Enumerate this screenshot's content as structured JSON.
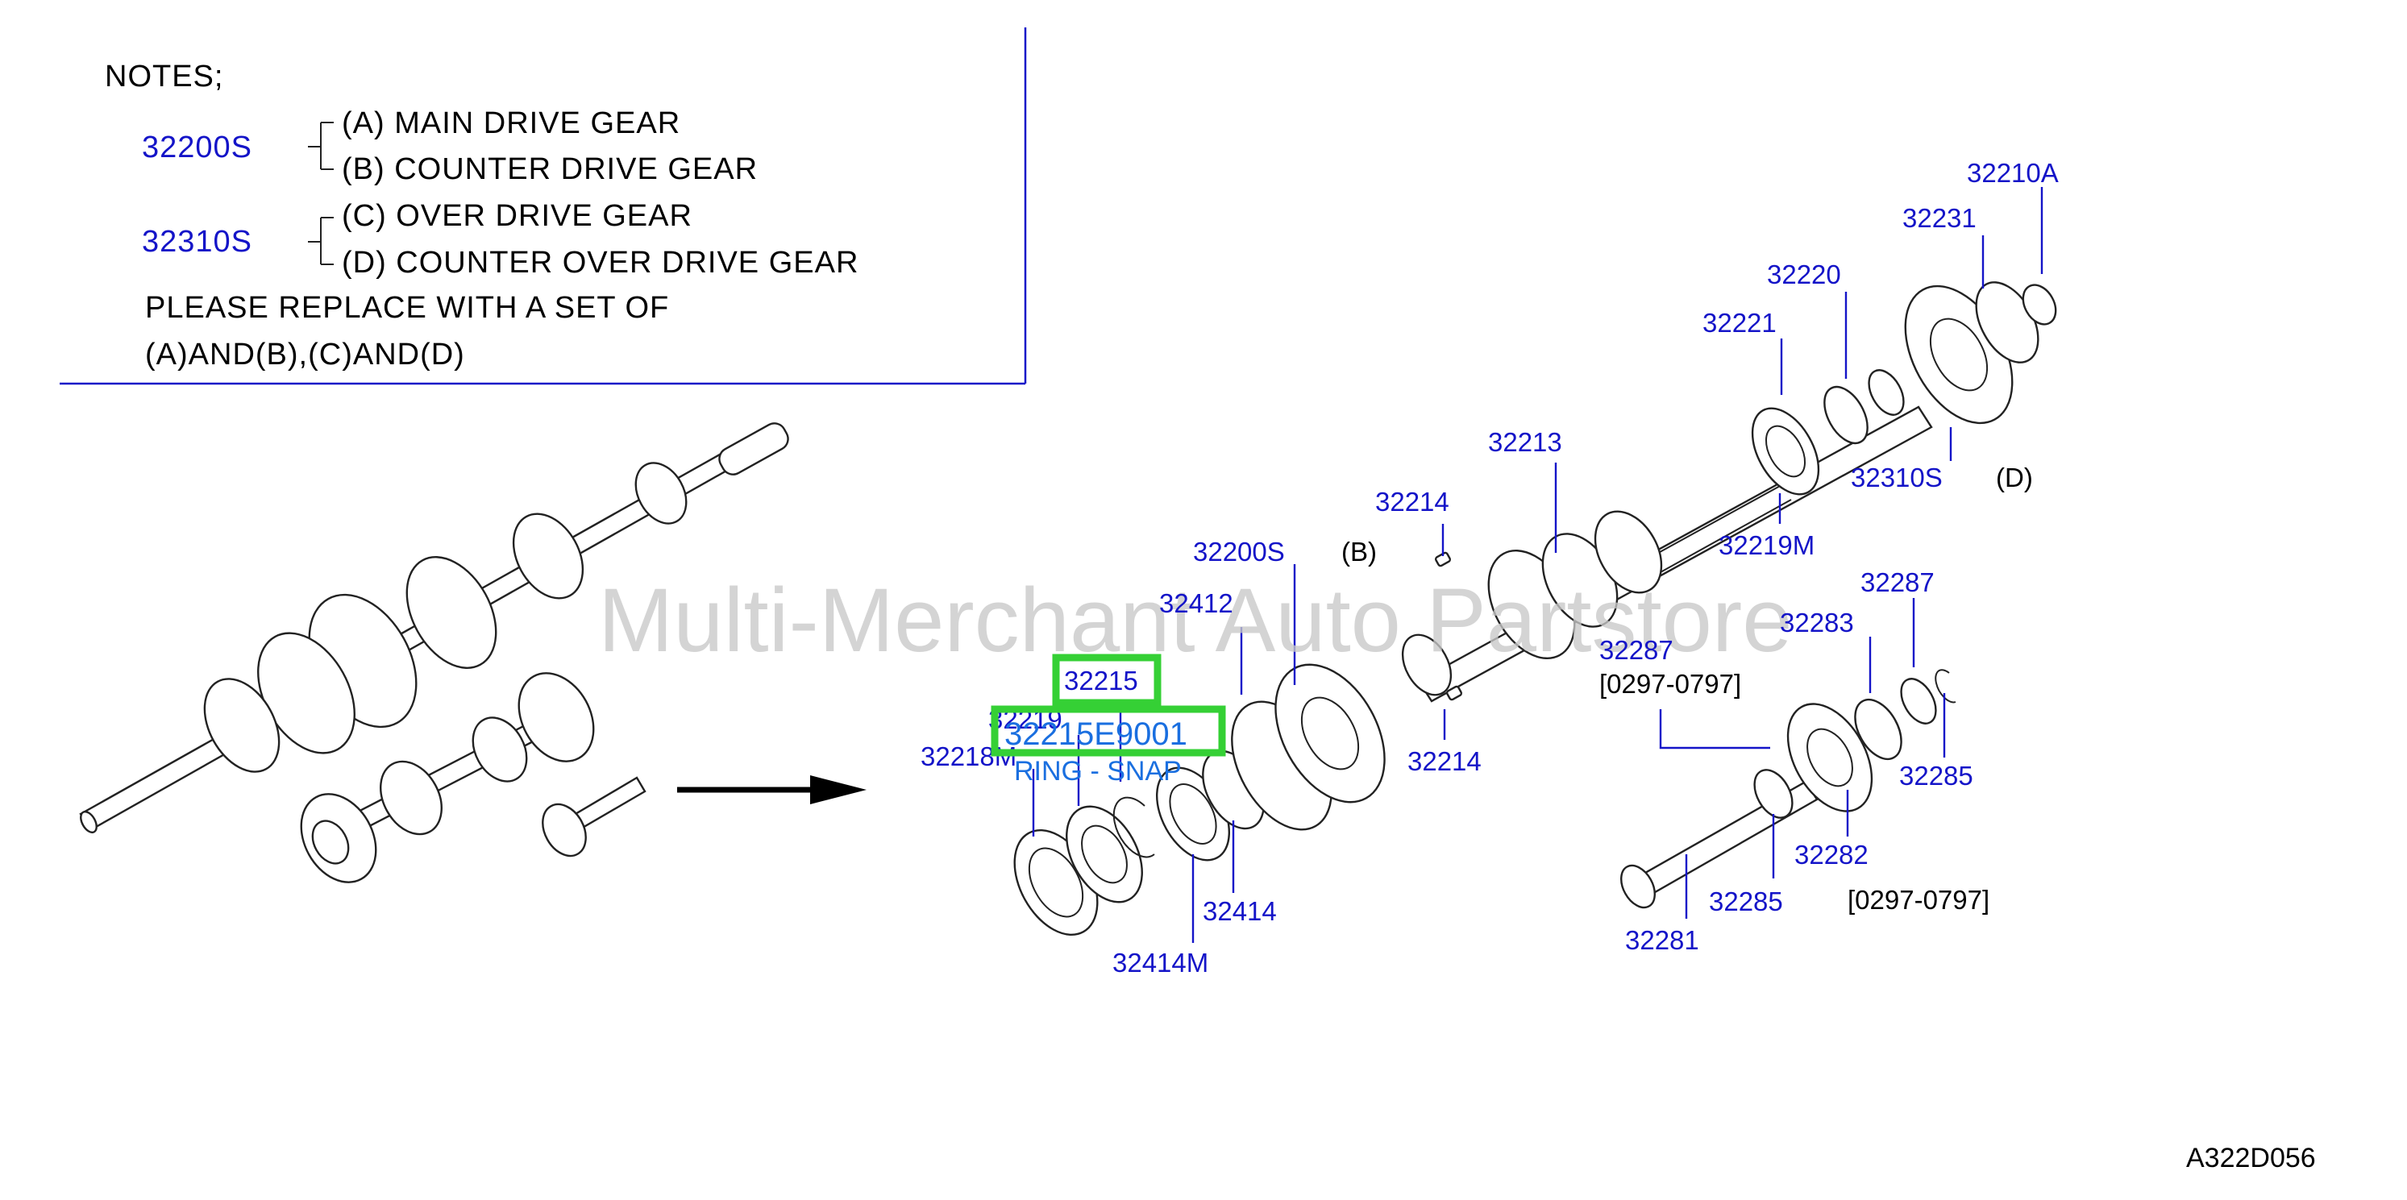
{
  "notes": {
    "title": "NOTES;",
    "group1_code": "32200S",
    "group1_a": "(A)  MAIN  DRIVE  GEAR",
    "group1_b": "(B)  COUNTER  DRIVE  GEAR",
    "group2_code": "32310S",
    "group2_c": "(C)  OVER  DRIVE  GEAR",
    "group2_d": "(D)  COUNTER  OVER  DRIVE  GEAR",
    "replace_line1": "PLEASE  REPLACE  WITH  A  SET  OF",
    "replace_line2": "(A)AND(B),(C)AND(D)"
  },
  "watermark": "Multi-Merchant Auto Partstore",
  "diagram_code": "A322D056",
  "highlight": {
    "part": "32215",
    "part_number": "32215E9001",
    "description": "RING - SNAP"
  },
  "letters": {
    "b": "(B)",
    "d": "(D)"
  },
  "date_ranges": {
    "top": "[0297-0797]",
    "bottom": "[0297-0797]"
  },
  "callouts": {
    "p32210A": "32210A",
    "p32231": "32231",
    "p32220": "32220",
    "p32221": "32221",
    "p32213": "32213",
    "p32310S": "32310S",
    "p32219M": "32219M",
    "p32214a": "32214",
    "p32200S": "32200S",
    "p32412": "32412",
    "p32219": "32219",
    "p32218M": "32218M",
    "p32214b": "32214",
    "p32414": "32414",
    "p32414M": "32414M",
    "p32287a": "32287",
    "p32283": "32283",
    "p32287b": "32287",
    "p32285a": "32285",
    "p32282": "32282",
    "p32285b": "32285",
    "p32281": "32281"
  },
  "colors": {
    "label": "#1414c8",
    "highlight": "#35d035",
    "watermark": "#c8c8c8",
    "ink": "#222222"
  }
}
